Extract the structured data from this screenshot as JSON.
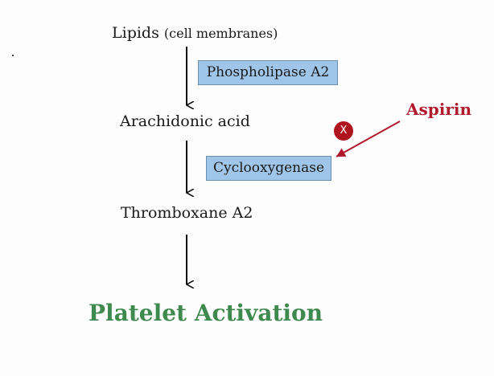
{
  "pathway": {
    "lipids": "Lipids",
    "lipids_note": "(cell membranes)",
    "enzyme1": "Phospholipase A2",
    "arachidonic": "Arachidonic acid",
    "enzyme2": "Cyclooxygenase",
    "thromboxane": "Thromboxane A2",
    "outcome": "Platelet Activation"
  },
  "inhibitor": {
    "name": "Aspirin",
    "block_symbol": "X"
  },
  "colors": {
    "enzyme_fill": "#9fc5e8",
    "inhibitor": "#b01a2c",
    "outcome": "#3e8a4e"
  }
}
